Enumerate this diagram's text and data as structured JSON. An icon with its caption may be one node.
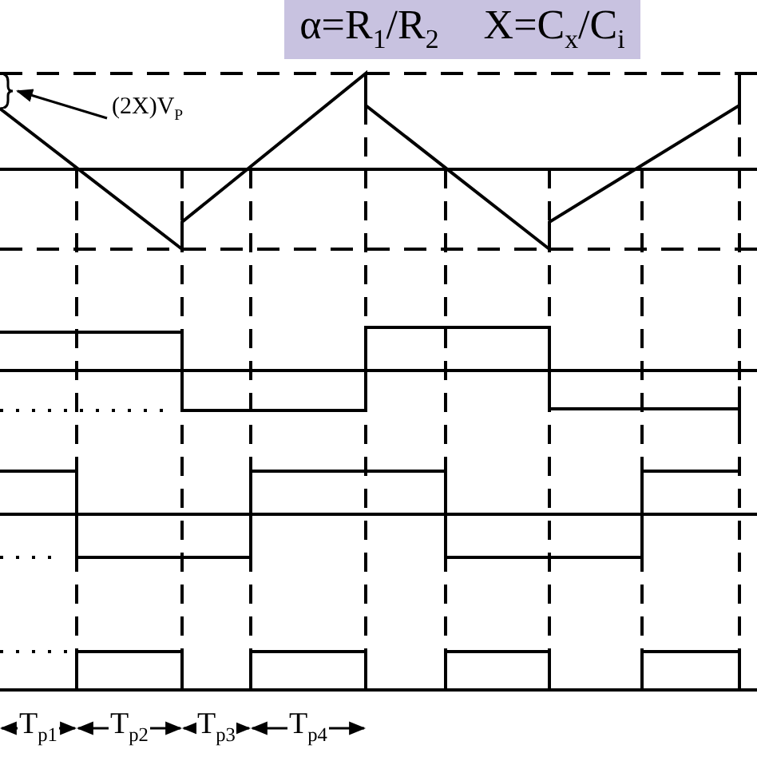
{
  "diagram": {
    "nodes": [
      {
        "text": [
          "α=R$_{1}$/R$_{2}$",
          "X=C$_{x}$/C$_{i}$"
        ]
      },
      {
        "text": [
          "(2X)V$_{P}$"
        ]
      },
      {
        "text": [],
        "shape": "bracket"
      }
    ],
    "edges": [
      {
        "from": 1,
        "to": 2,
        "arrow": "to"
      }
    ],
    "labels": [
      "T$_{p1}$",
      "T$_{p2}$",
      "T$_{p3}$",
      "T$_{p4}$"
    ]
  }
}
